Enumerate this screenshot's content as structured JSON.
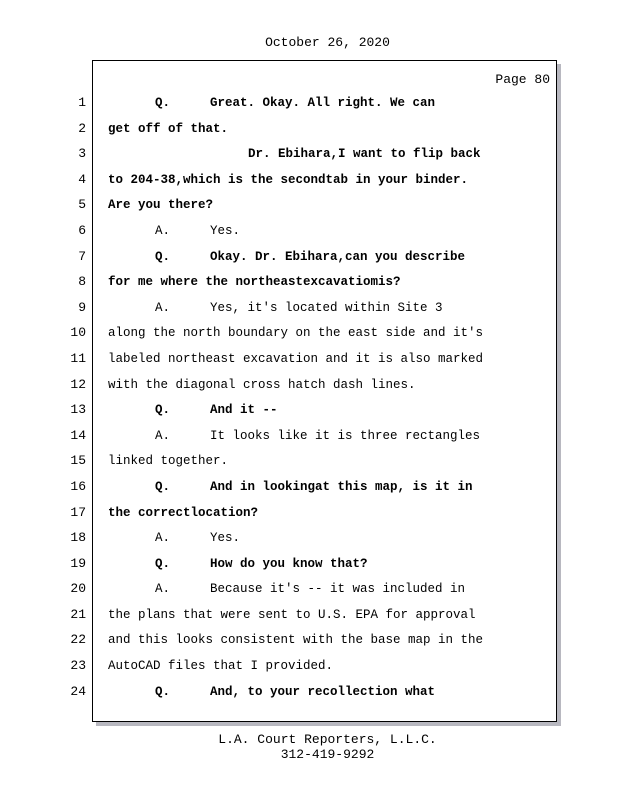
{
  "header": {
    "date": "October 26, 2020"
  },
  "page_label": "Page 80",
  "lines": [
    {
      "n": "1",
      "speaker": "Q.",
      "text": "Great. Okay. All right. We can",
      "bold": true,
      "indent": "normal"
    },
    {
      "n": "2",
      "speaker": "",
      "text": "get off of that.",
      "bold": true,
      "indent": "free"
    },
    {
      "n": "3",
      "speaker": "",
      "text": "Dr. Ebihara,I want to flip back",
      "bold": true,
      "indent": "deep"
    },
    {
      "n": "4",
      "speaker": "",
      "text": "to 204-38,which is the secondtab in your binder.",
      "bold": true,
      "indent": "free"
    },
    {
      "n": "5",
      "speaker": "",
      "text": "Are you there?",
      "bold": true,
      "indent": "free"
    },
    {
      "n": "6",
      "speaker": "A.",
      "text": "Yes.",
      "bold": false,
      "indent": "normal"
    },
    {
      "n": "7",
      "speaker": "Q.",
      "text": "Okay. Dr. Ebihara,can you describe",
      "bold": true,
      "indent": "normal"
    },
    {
      "n": "8",
      "speaker": "",
      "text": "for me where the northeastexcavatiomis?",
      "bold": true,
      "indent": "free"
    },
    {
      "n": "9",
      "speaker": "A.",
      "text": "Yes, it's located within Site 3",
      "bold": false,
      "indent": "normal"
    },
    {
      "n": "10",
      "speaker": "",
      "text": "along the north boundary on the east side and it's",
      "bold": false,
      "indent": "free"
    },
    {
      "n": "11",
      "speaker": "",
      "text": "labeled northeast excavation and it is also marked",
      "bold": false,
      "indent": "free"
    },
    {
      "n": "12",
      "speaker": "",
      "text": "with the diagonal cross hatch dash lines.",
      "bold": false,
      "indent": "free"
    },
    {
      "n": "13",
      "speaker": "Q.",
      "text": "And it --",
      "bold": true,
      "indent": "normal"
    },
    {
      "n": "14",
      "speaker": "A.",
      "text": "It looks like it is three rectangles",
      "bold": false,
      "indent": "normal"
    },
    {
      "n": "15",
      "speaker": "",
      "text": "linked together.",
      "bold": false,
      "indent": "free"
    },
    {
      "n": "16",
      "speaker": "Q.",
      "text": "And in lookingat this map, is it in",
      "bold": true,
      "indent": "normal"
    },
    {
      "n": "17",
      "speaker": "",
      "text": "the correctlocation?",
      "bold": true,
      "indent": "free"
    },
    {
      "n": "18",
      "speaker": "A.",
      "text": "Yes.",
      "bold": false,
      "indent": "normal"
    },
    {
      "n": "19",
      "speaker": "Q.",
      "text": "How do you know that?",
      "bold": true,
      "indent": "normal"
    },
    {
      "n": "20",
      "speaker": "A.",
      "text": "Because it's -- it was included in",
      "bold": false,
      "indent": "normal"
    },
    {
      "n": "21",
      "speaker": "",
      "text": "the plans that were sent to U.S. EPA for approval",
      "bold": false,
      "indent": "free"
    },
    {
      "n": "22",
      "speaker": "",
      "text": "and this looks consistent with the base map in the",
      "bold": false,
      "indent": "free"
    },
    {
      "n": "23",
      "speaker": "",
      "text": "AutoCAD files that I provided.",
      "bold": false,
      "indent": "free"
    },
    {
      "n": "24",
      "speaker": "Q.",
      "text": "And, to your recollection what",
      "bold": true,
      "indent": "normal"
    }
  ],
  "footer": {
    "company": "L.A. Court Reporters, L.L.C.",
    "phone": "312-419-9292"
  }
}
